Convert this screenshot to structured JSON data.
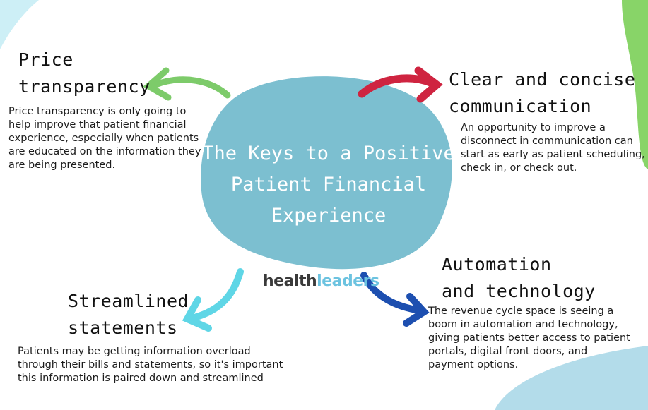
{
  "title": [
    "The Keys to a Positive",
    "Patient Financial",
    "Experience"
  ],
  "logo": {
    "part1": "health",
    "part2": "leaders"
  },
  "sections": {
    "price": {
      "heading": [
        "Price",
        "transparency"
      ],
      "body": [
        "Price transparency is only going to",
        "help improve that patient financial",
        "experience, especially when patients",
        "are educated on the information they",
        "are being presented."
      ]
    },
    "communication": {
      "heading": [
        "Clear and concise",
        "communication"
      ],
      "body": [
        "An opportunity to improve a",
        "disconnect in communication can",
        "start as early as patient scheduling,",
        "check in, or check out."
      ]
    },
    "statements": {
      "heading": [
        "Streamlined",
        "statements"
      ],
      "body": [
        "Patients may be getting information overload",
        "through their bills and statements, so it's important",
        "this information is paired down and streamlined"
      ]
    },
    "automation": {
      "heading": [
        "Automation",
        "and technology"
      ],
      "body": [
        "The revenue cycle space is seeing a",
        "boom in automation and technology,",
        "giving patients better access to patient",
        "portals, digital front doors, and",
        "payment options."
      ]
    }
  },
  "colors": {
    "blob": "#7cbfd0",
    "green": "#7dcb6a",
    "red": "#cf2440",
    "cyan": "#5fd6e6",
    "blue": "#1d4fb0"
  }
}
